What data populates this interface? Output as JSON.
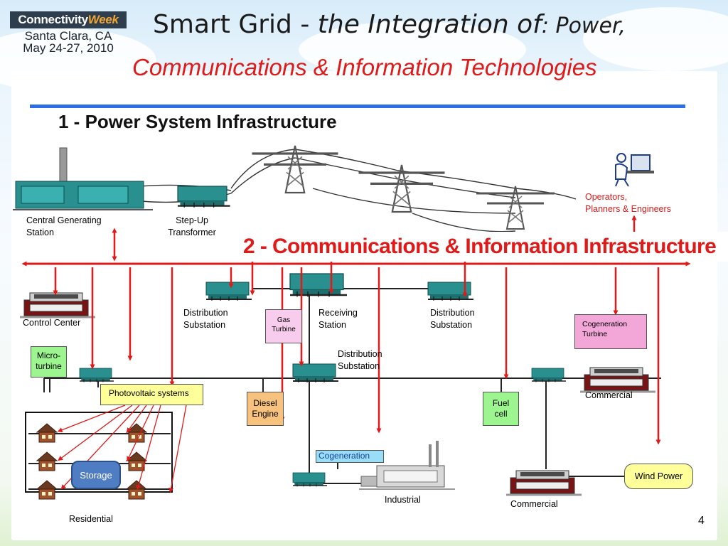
{
  "header": {
    "logo_text_a": "Connectivity",
    "logo_text_b": "Week",
    "logo_location": "Santa Clara, CA",
    "logo_dates": "May 24-27, 2010",
    "title_plain": "Smart Grid - ",
    "title_italic": "the Integration of",
    "title_italic_small": ": Power,",
    "subtitle": "Communications & Information Technologies"
  },
  "section1": "1 - Power System Infrastructure",
  "section2": "2 - Communications  & Information Infrastructure",
  "labels": {
    "central_line1": "Central Generating",
    "central_line2": "Station",
    "stepup_line1": "Step-Up",
    "stepup_line2": "Transformer",
    "operators_line1": "Operators,",
    "operators_line2": "Planners & Engineers",
    "control_center": "Control Center",
    "dist_sub_left_1": "Distribution",
    "dist_sub_left_2": "Substation",
    "receiving_1": "Receiving",
    "receiving_2": "Station",
    "dist_sub_right_1": "Distribution",
    "dist_sub_right_2": "Substation",
    "dist_sub_mid_1": "Distribution",
    "dist_sub_mid_2": "Substation",
    "commercial_top": "Commercial",
    "commercial_bottom": "Commercial",
    "industrial": "Industrial",
    "residential": "Residential"
  },
  "boxes": {
    "gas_turbine_1": "Gas",
    "gas_turbine_2": "Turbine",
    "cogen_turbine_1": "Cogeneration",
    "cogen_turbine_2": "Turbine",
    "micro_turbine_1": "Micro-",
    "micro_turbine_2": "turbine",
    "photovoltaic": "Photovoltaic systems",
    "diesel_1": "Diesel",
    "diesel_2": "Engine",
    "fuel_cell_1": "Fuel",
    "fuel_cell_2": "cell",
    "cogeneration": "Cogeneration",
    "wind_power": "Wind Power",
    "storage": "Storage"
  },
  "page_number": "4",
  "colors": {
    "accent_red": "#e01919",
    "rule_blue": "#2e6de6",
    "equipment_teal": "#2a8f8f"
  }
}
